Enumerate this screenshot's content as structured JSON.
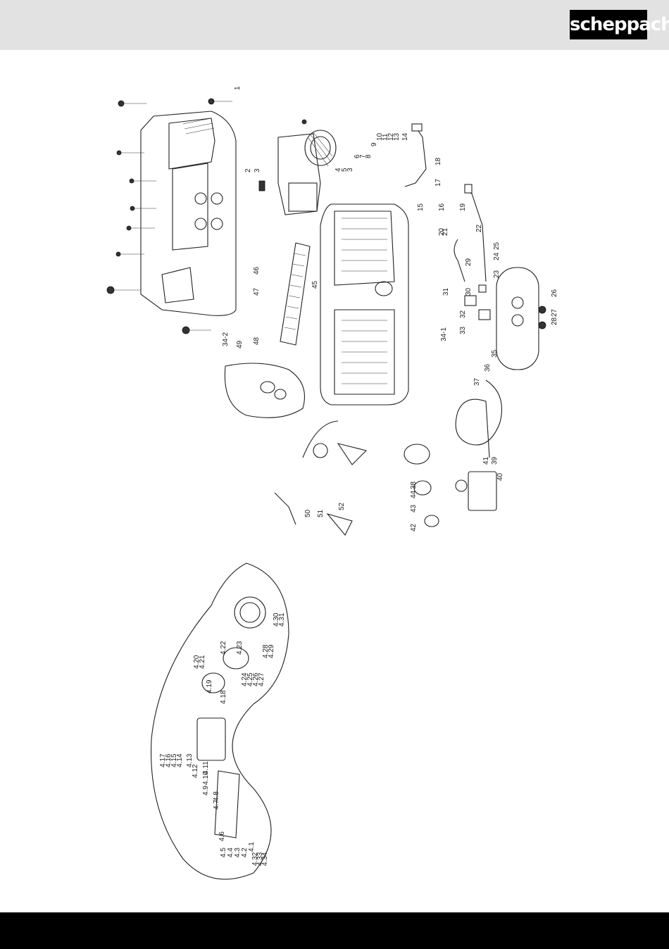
{
  "brand": {
    "logo_text": "scheppach"
  },
  "labels": [
    "1",
    "2",
    "3",
    "4",
    "5",
    "3",
    "6",
    "7",
    "8",
    "9",
    "10",
    "11",
    "12",
    "13",
    "14",
    "15",
    "16",
    "17",
    "18",
    "19",
    "20",
    "21",
    "22",
    "23",
    "24",
    "25",
    "26",
    "27",
    "28",
    "29",
    "30",
    "31",
    "32",
    "33",
    "34-1",
    "34-2",
    "35",
    "36",
    "37",
    "38",
    "39",
    "40",
    "41",
    "42",
    "43",
    "44",
    "45",
    "46",
    "47",
    "48",
    "49",
    "50",
    "51",
    "52",
    "4.1",
    "4.2",
    "4.3",
    "4.4",
    "4.5",
    "4.6",
    "4.7",
    "4.8",
    "4.9",
    "4.10",
    "4.11",
    "4.12",
    "4.13",
    "4.14",
    "4.15",
    "4.16",
    "4.17",
    "4.18",
    "4.19",
    "4.20",
    "4.21",
    "4.22",
    "4.23",
    "4.24",
    "4.25",
    "4.26",
    "4.27",
    "4.28",
    "4.29",
    "4.30",
    "4.31",
    "4.32",
    "4.33",
    "4.34"
  ]
}
